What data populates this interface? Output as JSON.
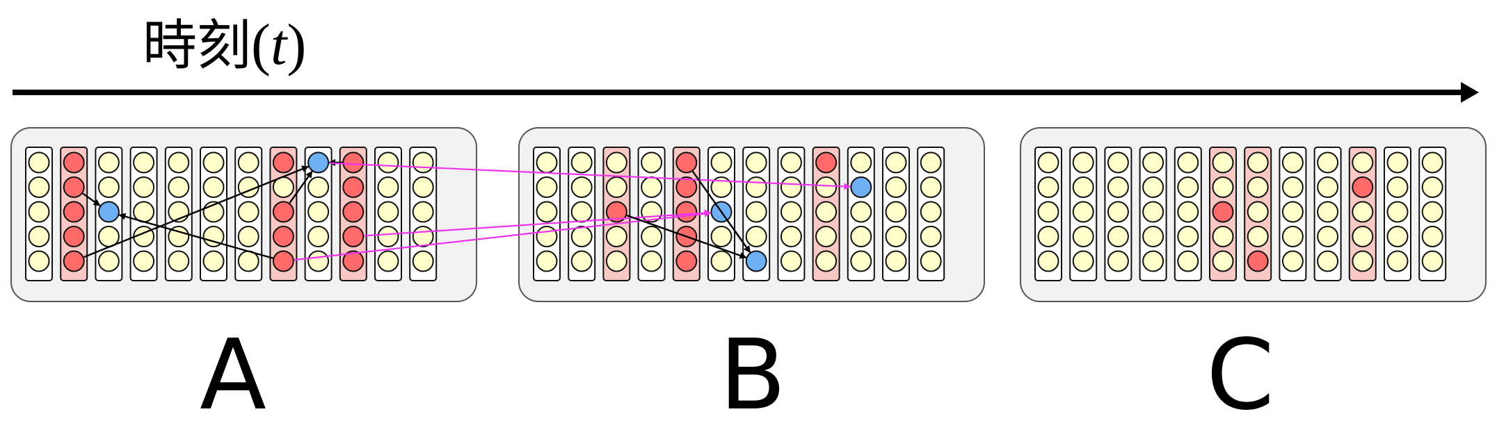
{
  "time_axis": {
    "label_main": "時刻",
    "label_open": "(",
    "label_var": "t",
    "label_close": ")"
  },
  "panels": [
    {
      "id": "A",
      "label": "A",
      "highlighted_columns": [
        1,
        7,
        9
      ],
      "cells": [
        {
          "col": 1,
          "row": 0,
          "state": "red"
        },
        {
          "col": 1,
          "row": 1,
          "state": "red"
        },
        {
          "col": 1,
          "row": 2,
          "state": "red"
        },
        {
          "col": 1,
          "row": 3,
          "state": "red"
        },
        {
          "col": 1,
          "row": 4,
          "state": "red"
        },
        {
          "col": 2,
          "row": 2,
          "state": "blue"
        },
        {
          "col": 7,
          "row": 0,
          "state": "red"
        },
        {
          "col": 7,
          "row": 2,
          "state": "red"
        },
        {
          "col": 7,
          "row": 3,
          "state": "red"
        },
        {
          "col": 7,
          "row": 4,
          "state": "red"
        },
        {
          "col": 8,
          "row": 0,
          "state": "blue"
        },
        {
          "col": 9,
          "row": 0,
          "state": "red"
        },
        {
          "col": 9,
          "row": 1,
          "state": "red"
        },
        {
          "col": 9,
          "row": 2,
          "state": "red"
        },
        {
          "col": 9,
          "row": 3,
          "state": "red"
        },
        {
          "col": 9,
          "row": 4,
          "state": "red"
        }
      ]
    },
    {
      "id": "B",
      "label": "B",
      "highlighted_columns": [
        2,
        4,
        8
      ],
      "cells": [
        {
          "col": 2,
          "row": 2,
          "state": "red"
        },
        {
          "col": 4,
          "row": 0,
          "state": "red"
        },
        {
          "col": 4,
          "row": 1,
          "state": "red"
        },
        {
          "col": 4,
          "row": 2,
          "state": "red"
        },
        {
          "col": 4,
          "row": 3,
          "state": "red"
        },
        {
          "col": 4,
          "row": 4,
          "state": "red"
        },
        {
          "col": 5,
          "row": 2,
          "state": "blue"
        },
        {
          "col": 6,
          "row": 4,
          "state": "blue"
        },
        {
          "col": 8,
          "row": 0,
          "state": "red"
        },
        {
          "col": 9,
          "row": 1,
          "state": "blue"
        }
      ]
    },
    {
      "id": "C",
      "label": "C",
      "highlighted_columns": [
        5,
        6,
        9
      ],
      "cells": [
        {
          "col": 5,
          "row": 2,
          "state": "red"
        },
        {
          "col": 6,
          "row": 4,
          "state": "red"
        },
        {
          "col": 9,
          "row": 1,
          "state": "red"
        }
      ]
    }
  ],
  "arrows": [
    {
      "from": {
        "panel": "A",
        "col": 1,
        "row": 1
      },
      "to": {
        "panel": "A",
        "col": 2,
        "row": 2
      },
      "kind": "local"
    },
    {
      "from": {
        "panel": "A",
        "col": 7,
        "row": 4
      },
      "to": {
        "panel": "A",
        "col": 2,
        "row": 2
      },
      "kind": "local"
    },
    {
      "from": {
        "panel": "A",
        "col": 1,
        "row": 4
      },
      "to": {
        "panel": "A",
        "col": 8,
        "row": 0
      },
      "kind": "local"
    },
    {
      "from": {
        "panel": "A",
        "col": 7,
        "row": 2
      },
      "to": {
        "panel": "A",
        "col": 8,
        "row": 0
      },
      "kind": "local"
    },
    {
      "from": {
        "panel": "A",
        "col": 9,
        "row": 0
      },
      "to": {
        "panel": "A",
        "col": 8,
        "row": 0
      },
      "kind": "local"
    },
    {
      "from": {
        "panel": "A",
        "col": 8,
        "row": 0
      },
      "to": {
        "panel": "B",
        "col": 9,
        "row": 1
      },
      "kind": "cross"
    },
    {
      "from": {
        "panel": "A",
        "col": 9,
        "row": 3
      },
      "to": {
        "panel": "B",
        "col": 5,
        "row": 2
      },
      "kind": "cross"
    },
    {
      "from": {
        "panel": "A",
        "col": 7,
        "row": 4
      },
      "to": {
        "panel": "B",
        "col": 5,
        "row": 2
      },
      "kind": "cross"
    },
    {
      "from": {
        "panel": "B",
        "col": 2,
        "row": 2
      },
      "to": {
        "panel": "B",
        "col": 6,
        "row": 4
      },
      "kind": "local"
    },
    {
      "from": {
        "panel": "B",
        "col": 4,
        "row": 0
      },
      "to": {
        "panel": "B",
        "col": 6,
        "row": 4
      },
      "kind": "local"
    },
    {
      "from": {
        "panel": "B",
        "col": 5,
        "row": 2
      },
      "to": {
        "panel": "B",
        "col": 6,
        "row": 4
      },
      "kind": "local"
    }
  ],
  "colors": {
    "cell_default": "#ffffcc",
    "cell_red": "#ff6b6b",
    "cell_blue": "#6fb0f5",
    "column_highlight": "#f7c8c4",
    "panel_fill": "#f2f2f2",
    "panel_stroke": "#555555",
    "arrow_local": "#000000",
    "arrow_cross": "#ee33ee"
  }
}
